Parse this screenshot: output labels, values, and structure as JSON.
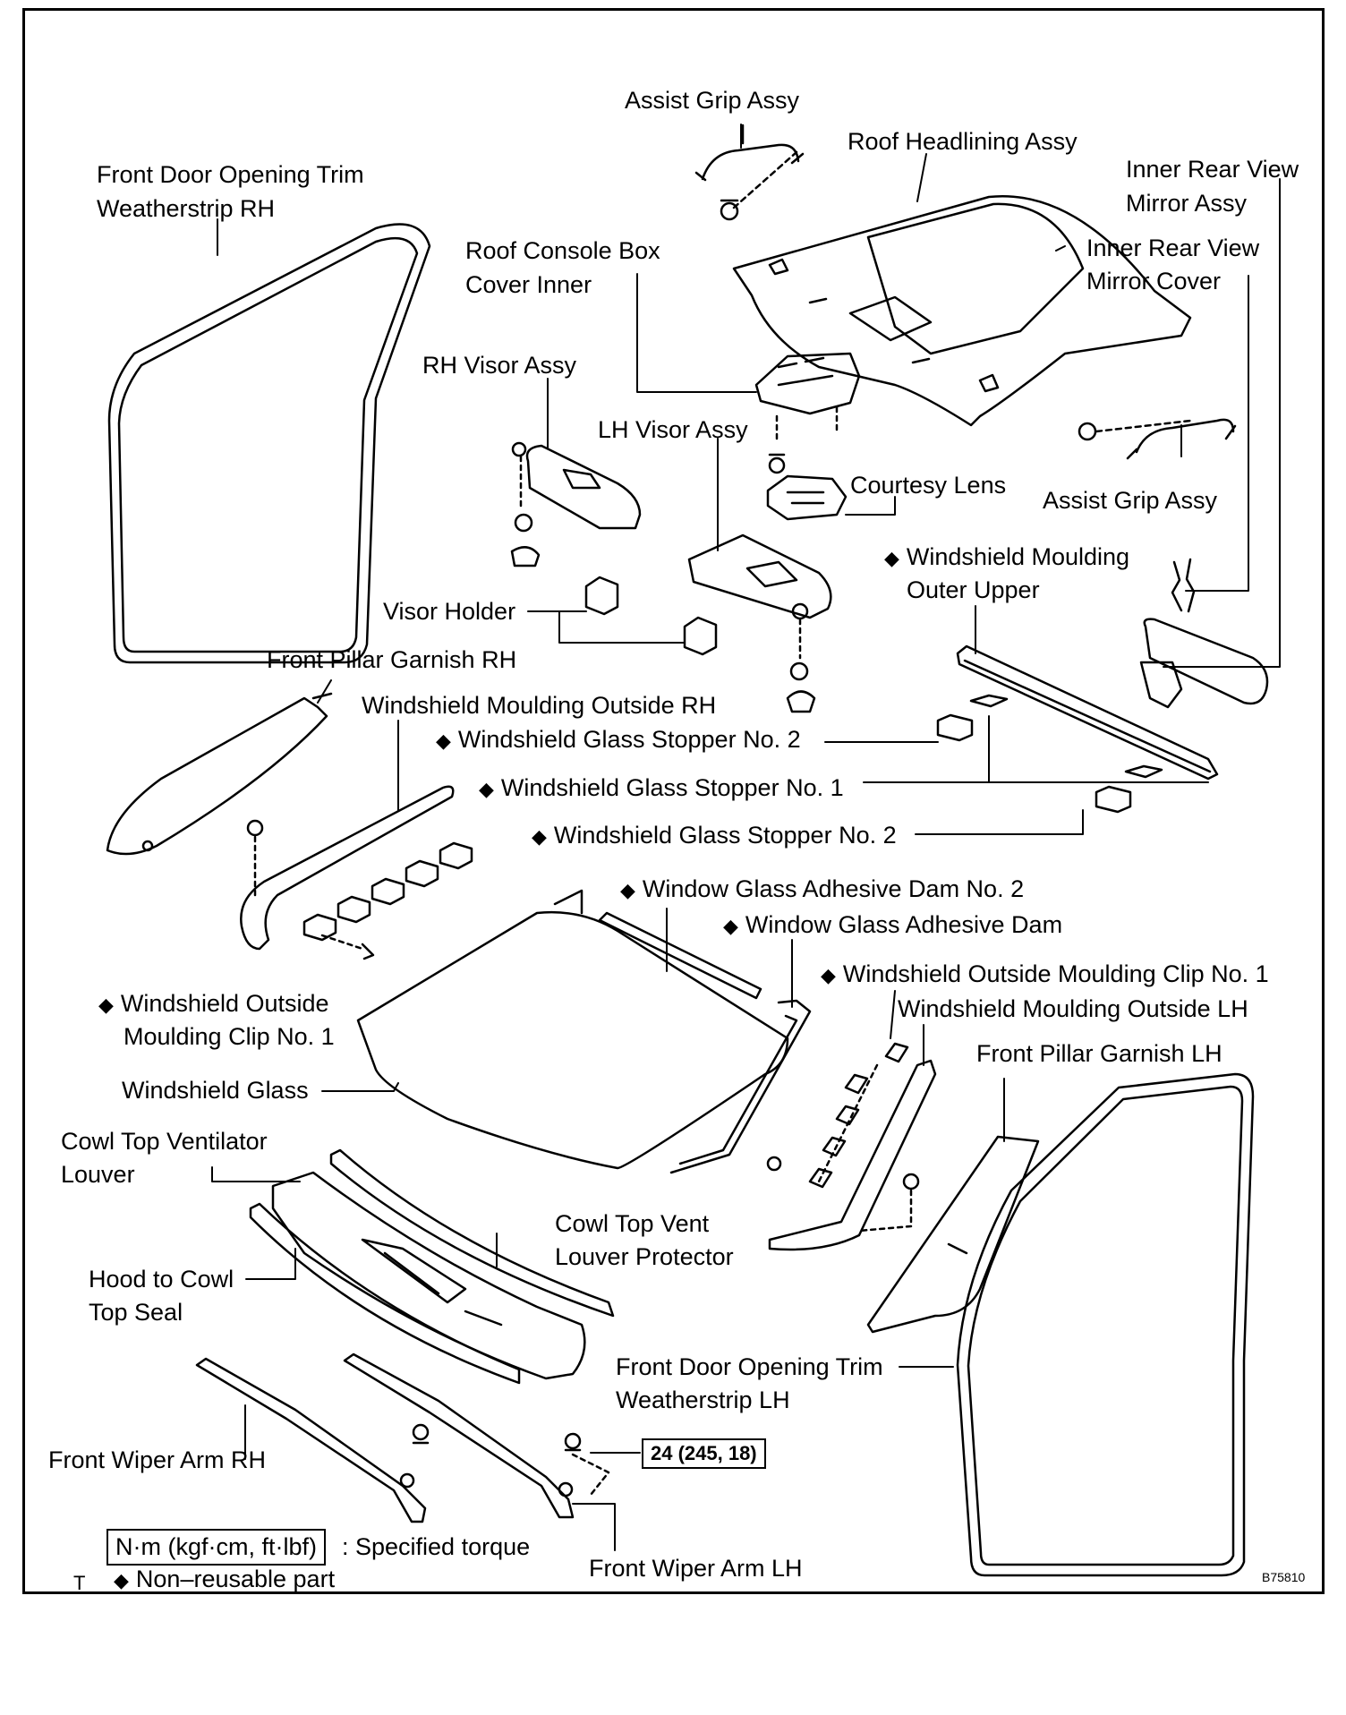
{
  "diagram_id": "B75810",
  "corner_mark": "T",
  "non_reusable_symbol": "◆",
  "labels": {
    "assist_grip_top": "Assist Grip Assy",
    "roof_headlining": "Roof Headlining Assy",
    "inner_rear_view_mirror_line1": "Inner Rear View",
    "inner_rear_view_mirror_line2": "Mirror Assy",
    "inner_rear_view_mirror_cover_line1": "Inner Rear View",
    "inner_rear_view_mirror_cover_line2": "Mirror Cover",
    "front_door_trim_rh_line1": "Front Door Opening Trim",
    "front_door_trim_rh_line2": "Weatherstrip RH",
    "roof_console_line1": "Roof Console Box",
    "roof_console_line2": "Cover Inner",
    "rh_visor": "RH Visor Assy",
    "lh_visor": "LH Visor Assy",
    "courtesy_lens": "Courtesy Lens",
    "assist_grip_right": "Assist Grip Assy",
    "windshield_moulding_outer_upper_line1": "Windshield Moulding",
    "windshield_moulding_outer_upper_line2": "Outer Upper",
    "visor_holder": "Visor Holder",
    "front_pillar_garnish_rh": "Front Pillar Garnish RH",
    "windshield_moulding_outside_rh": "Windshield Moulding Outside RH",
    "glass_stopper_no2_a": "Windshield Glass Stopper No. 2",
    "glass_stopper_no1": "Windshield Glass Stopper No. 1",
    "glass_stopper_no2_b": "Windshield Glass Stopper No. 2",
    "adhesive_dam_no2": "Window Glass Adhesive Dam No. 2",
    "adhesive_dam": "Window Glass Adhesive Dam",
    "outside_moulding_clip_no1_right": "Windshield Outside Moulding Clip No. 1",
    "windshield_moulding_outside_lh": "Windshield Moulding Outside LH",
    "outside_moulding_clip_left_line1": "Windshield Outside",
    "outside_moulding_clip_left_line2": "Moulding Clip No. 1",
    "front_pillar_garnish_lh": "Front Pillar Garnish LH",
    "windshield_glass": "Windshield Glass",
    "cowl_top_ventilator_line1": "Cowl Top Ventilator",
    "cowl_top_ventilator_line2": "Louver",
    "cowl_top_vent_protector_line1": "Cowl Top Vent",
    "cowl_top_vent_protector_line2": "Louver Protector",
    "hood_to_cowl_line1": "Hood to Cowl",
    "hood_to_cowl_line2": "Top Seal",
    "front_door_trim_lh_line1": "Front Door Opening Trim",
    "front_door_trim_lh_line2": "Weatherstrip LH",
    "front_wiper_arm_rh": "Front Wiper Arm RH",
    "front_wiper_arm_lh": "Front Wiper Arm LH",
    "torque_value": "24 (245, 18)"
  },
  "legend": {
    "torque_unit": "N·m (kgf·cm, ft·lbf)",
    "torque_text": ": Specified torque",
    "non_reusable_text": "Non–reusable part"
  }
}
